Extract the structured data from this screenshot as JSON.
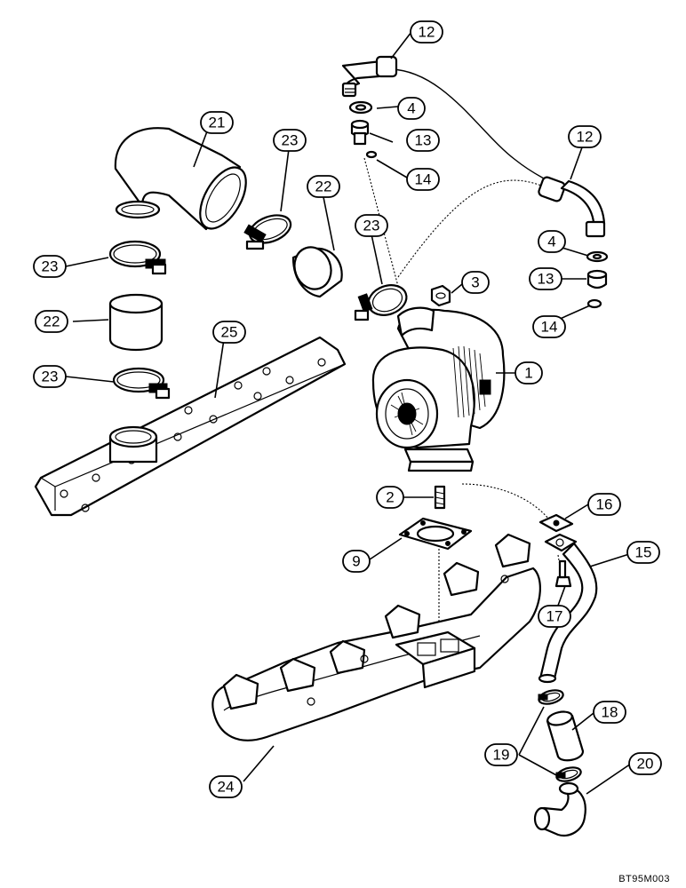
{
  "figure_code": "BT95M003",
  "callouts": [
    "12",
    "21",
    "23",
    "4",
    "13",
    "22",
    "14",
    "12",
    "23",
    "4",
    "23",
    "3",
    "13",
    "22",
    "14",
    "25",
    "1",
    "23",
    "2",
    "16",
    "9",
    "15",
    "17",
    "18",
    "19",
    "20",
    "24"
  ]
}
